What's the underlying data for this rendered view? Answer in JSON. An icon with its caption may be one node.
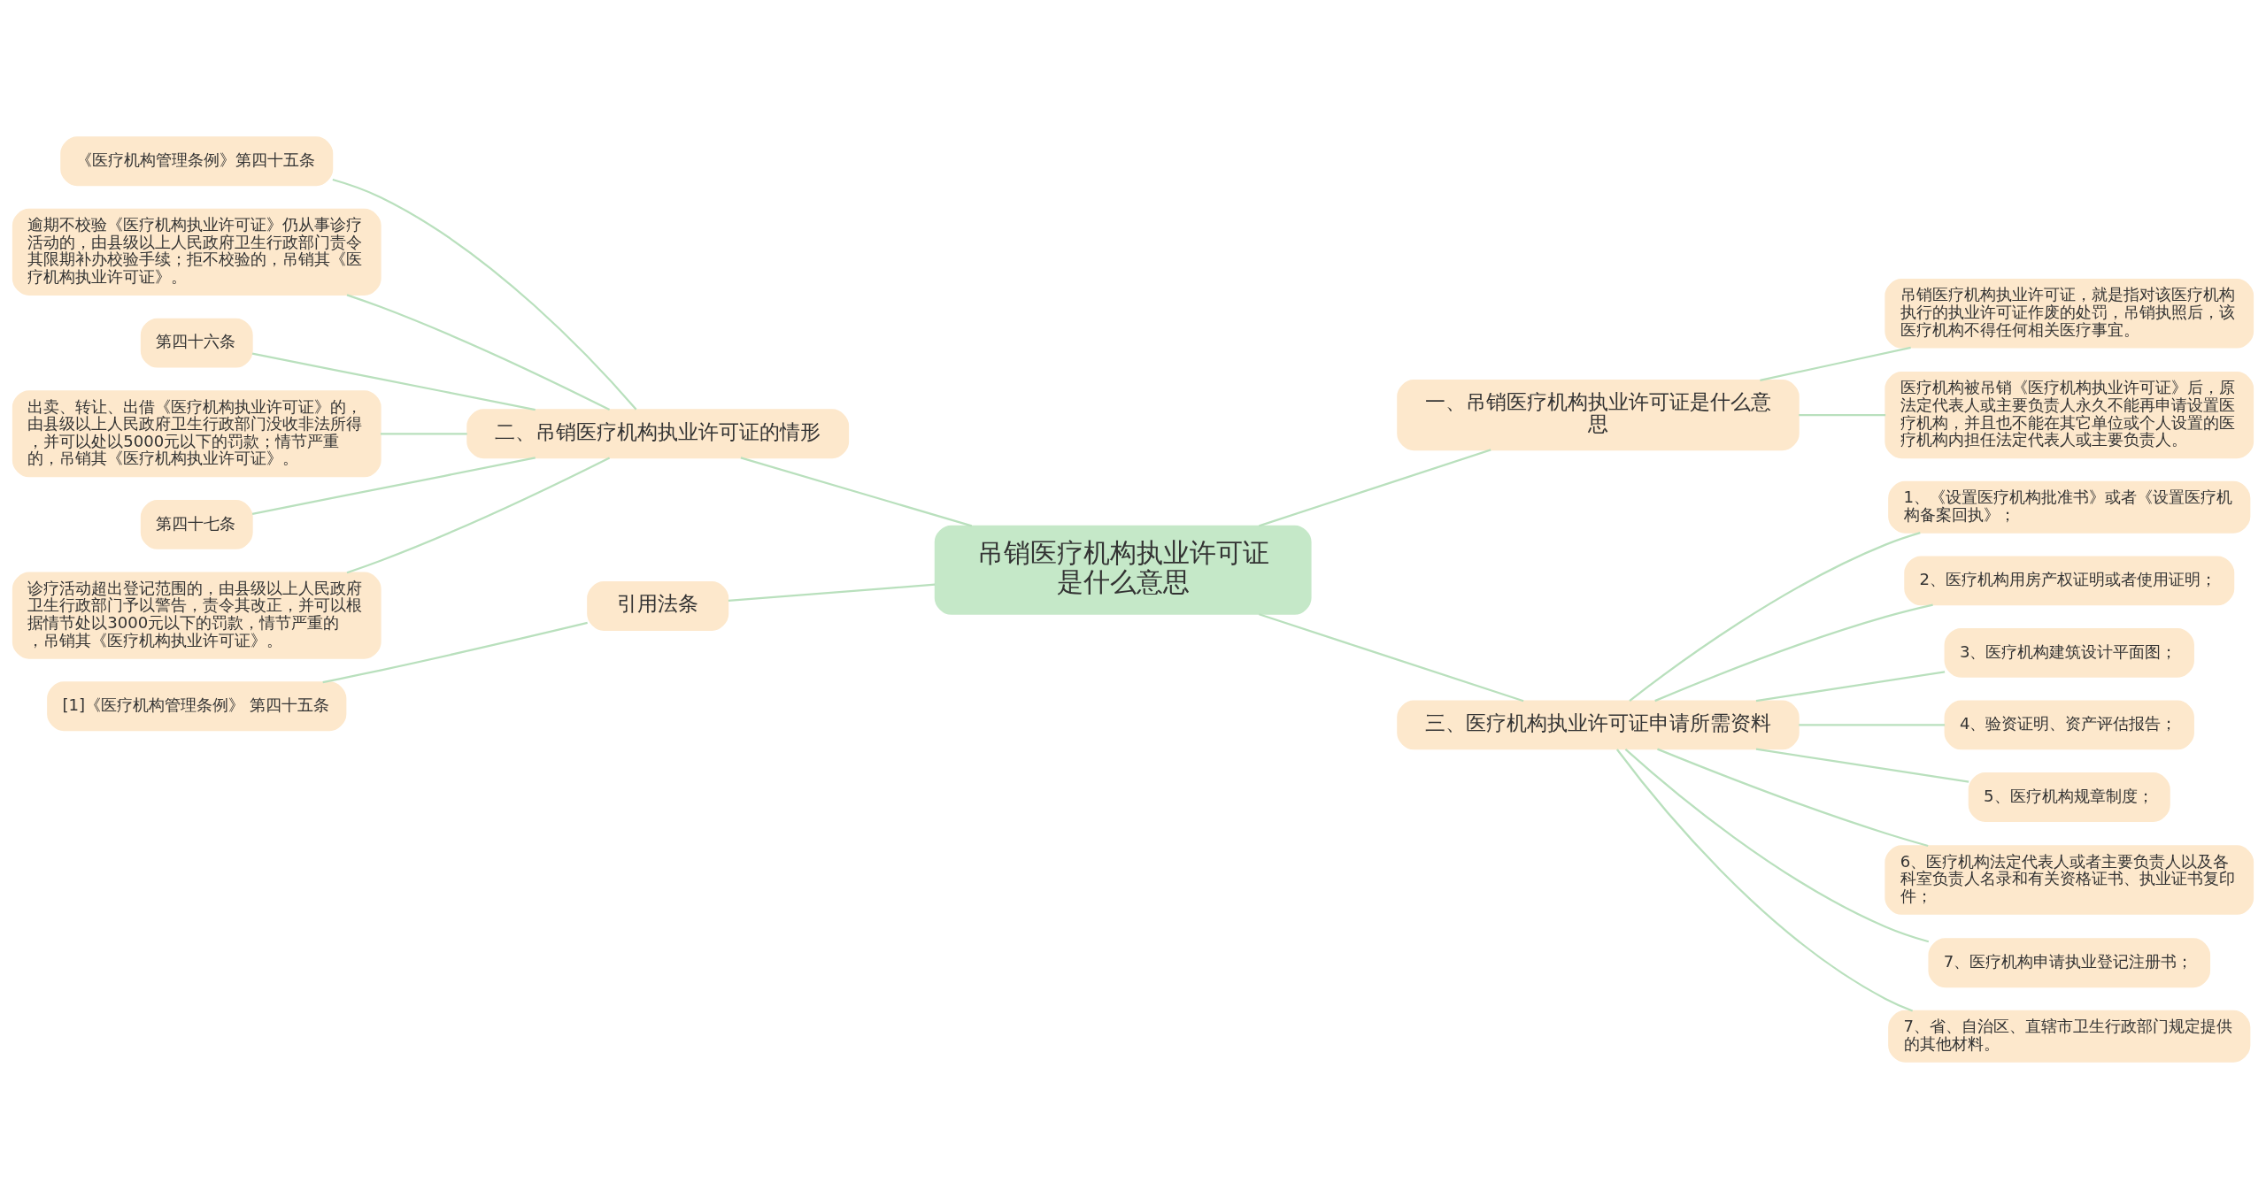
{
  "diagram": {
    "nodes": [
      {
        "text": [
          "吊销医疗机构执业许可证是什么意思"
        ]
      },
      {
        "text": [
          "一、吊销医疗机构执业许可证是什么意思"
        ]
      },
      {
        "text": [
          "吊销医疗机构执业许可证，就是指对该医疗机构执行的执业许可证作废的处罚，吊销执照后，该医疗机构不得任何相关医疗事宜。"
        ]
      },
      {
        "text": [
          "医疗机构被吊销《医疗机构执业许可证》后，原法定代表人或主要负责人永久不能再申请设置医疗机构，并且也不能在其它单位或个人设置的医疗机构内担任法定代表人或主要负责人。"
        ]
      },
      {
        "text": [
          "二、吊销医疗机构执业许可证的情形"
        ]
      },
      {
        "text": [
          "《医疗机构管理条例》第四十五条"
        ]
      },
      {
        "text": [
          "逾期不校验《医疗机构执业许可证》仍从事诊疗活动的，由县级以上人民政府卫生行政部门责令其限期补办校验手续；拒不校验的，吊销其《医疗机构执业许可证》。"
        ]
      },
      {
        "text": [
          "第四十六条"
        ]
      },
      {
        "text": [
          "出卖、转让、出借《医疗机构执业许可证》的，由县级以上人民政府卫生行政部门没收非法所得，并可以处以5000元以下的罚款；情节严重的，吊销其《医疗机构执业许可证》。"
        ]
      },
      {
        "text": [
          "第四十七条"
        ]
      },
      {
        "text": [
          "诊疗活动超出登记范围的，由县级以上人民政府卫生行政部门予以警告，责令其改正，并可以根据情节处以3000元以下的罚款，情节严重的，吊销其《医疗机构执业许可证》。"
        ]
      },
      {
        "text": [
          "三、医疗机构执业许可证申请所需资料"
        ]
      },
      {
        "text": [
          "1、《设置医疗机构批准书》或者《设置医疗机构备案回执》；"
        ]
      },
      {
        "text": [
          "2、医疗机构用房产权证明或者使用证明；"
        ]
      },
      {
        "text": [
          "3、医疗机构建筑设计平面图；"
        ]
      },
      {
        "text": [
          "4、验资证明、资产评估报告；"
        ]
      },
      {
        "text": [
          "5、医疗机构规章制度；"
        ]
      },
      {
        "text": [
          "6、医疗机构法定代表人或者主要负责人以及各科室负责人名录和有关资格证书、执业证书复印件；"
        ]
      },
      {
        "text": [
          "7、医疗机构申请执业登记注册书；"
        ]
      },
      {
        "text": [
          "7、省、自治区、直辖市卫生行政部门规定提供的其他材料。"
        ]
      },
      {
        "text": [
          "引用法条"
        ]
      },
      {
        "text": [
          "[1]《医疗机构管理条例》 第四十五条"
        ]
      }
    ],
    "edges": [
      {
        "from": 0,
        "to": 1,
        "arrow": "none"
      },
      {
        "from": 1,
        "to": 2,
        "arrow": "none"
      },
      {
        "from": 1,
        "to": 3,
        "arrow": "none"
      },
      {
        "from": 4,
        "to": 0,
        "arrow": "none"
      },
      {
        "from": 5,
        "to": 4,
        "arrow": "none"
      },
      {
        "from": 6,
        "to": 4,
        "arrow": "none"
      },
      {
        "from": 7,
        "to": 4,
        "arrow": "none"
      },
      {
        "from": 8,
        "to": 4,
        "arrow": "none"
      },
      {
        "from": 9,
        "to": 4,
        "arrow": "none"
      },
      {
        "from": 10,
        "to": 4,
        "arrow": "none"
      },
      {
        "from": 0,
        "to": 11,
        "arrow": "none"
      },
      {
        "from": 11,
        "to": 12,
        "arrow": "none"
      },
      {
        "from": 11,
        "to": 13,
        "arrow": "none"
      },
      {
        "from": 11,
        "to": 14,
        "arrow": "none"
      },
      {
        "from": 11,
        "to": 15,
        "arrow": "none"
      },
      {
        "from": 11,
        "to": 16,
        "arrow": "none"
      },
      {
        "from": 11,
        "to": 17,
        "arrow": "none"
      },
      {
        "from": 11,
        "to": 18,
        "arrow": "none"
      },
      {
        "from": 11,
        "to": 19,
        "arrow": "none"
      },
      {
        "from": 20,
        "to": 0,
        "arrow": "none"
      },
      {
        "from": 21,
        "to": 20,
        "arrow": "none"
      }
    ]
  }
}
